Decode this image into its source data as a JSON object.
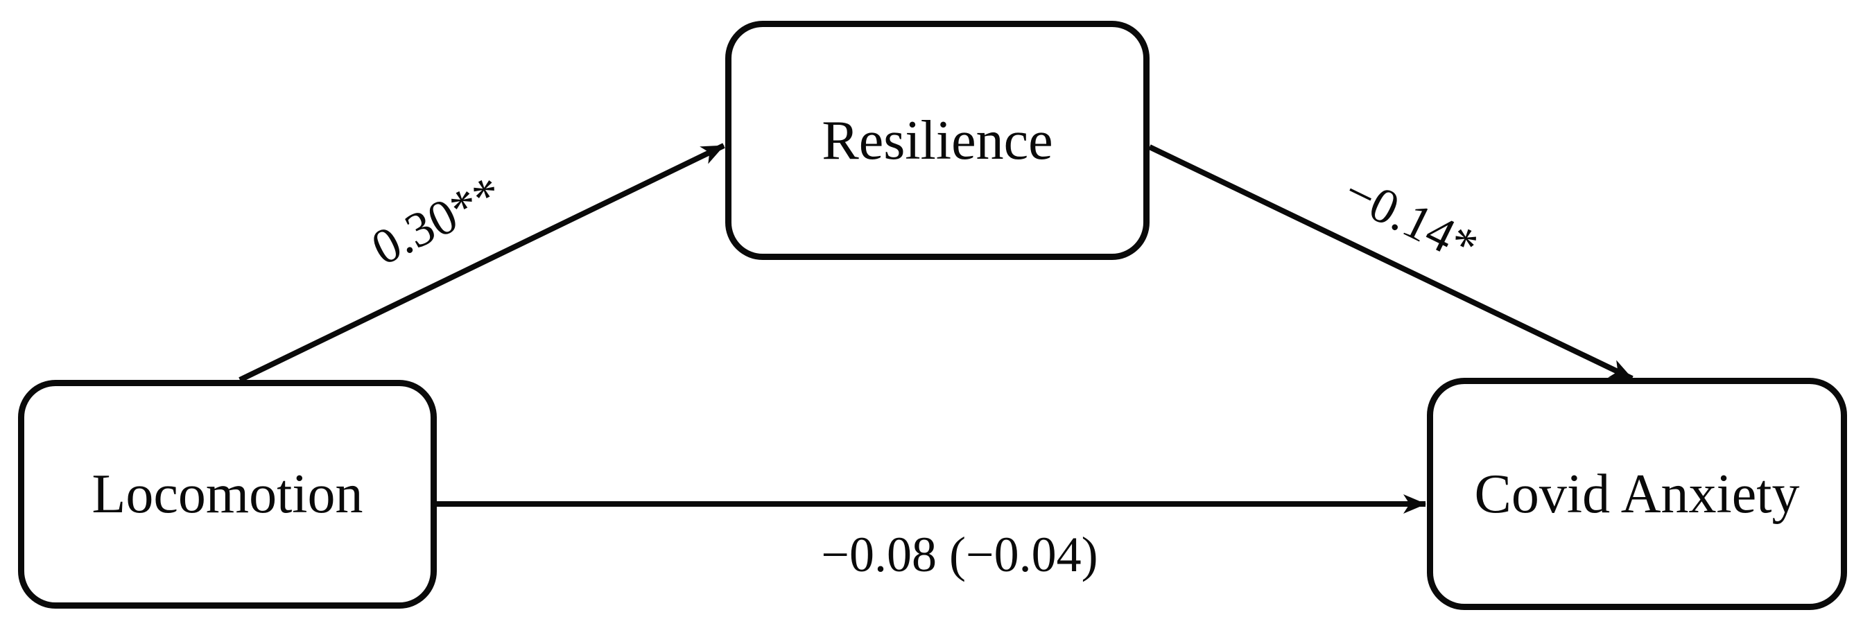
{
  "figure": {
    "type": "mediation-path-diagram",
    "background_color": "#ffffff",
    "line_color": "#0a0a0a",
    "nodes": [
      {
        "id": "predictor",
        "label": "Locomotion"
      },
      {
        "id": "mediator",
        "label": "Resilience"
      },
      {
        "id": "outcome",
        "label": "Covid Anxiety"
      }
    ],
    "paths": [
      {
        "id": "a",
        "from": "Locomotion",
        "to": "Resilience",
        "coefficient": "0.30**"
      },
      {
        "id": "b",
        "from": "Resilience",
        "to": "Covid Anxiety",
        "coefficient": "−0.14*"
      },
      {
        "id": "c",
        "from": "Locomotion",
        "to": "Covid Anxiety",
        "coefficient": "−0.08 (−0.04)"
      }
    ]
  }
}
